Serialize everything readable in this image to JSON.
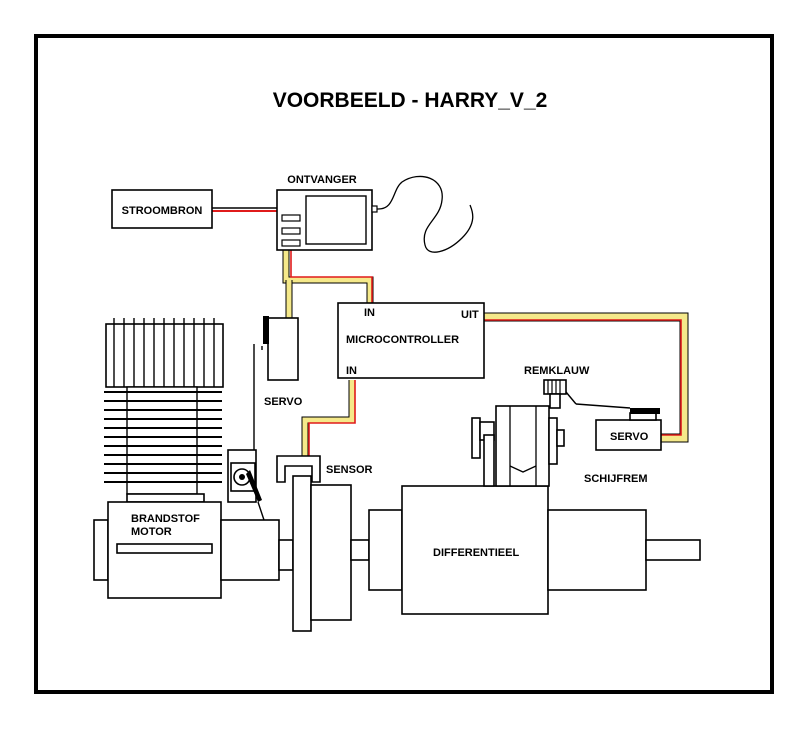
{
  "title": "VOORBEELD - HARRY_V_2",
  "labels": {
    "power_source": "STROOMBRON",
    "receiver": "ONTVANGER",
    "microcontroller": "MICROCONTROLLER",
    "mc_in_top": "IN",
    "mc_out": "UIT",
    "mc_in_bottom": "IN",
    "servo_left": "SERVO",
    "servo_right": "SERVO",
    "brake_caliper": "REMKLAUW",
    "disc_brake": "SCHIJFREM",
    "sensor": "SENSOR",
    "engine_line1": "BRANDSTOF",
    "engine_line2": "MOTOR",
    "differential": "DIFFERENTIEEL"
  },
  "colors": {
    "wire_signal": "#f5e98a",
    "wire_power": "#e01b1b",
    "outline": "#000000",
    "background": "#ffffff"
  }
}
